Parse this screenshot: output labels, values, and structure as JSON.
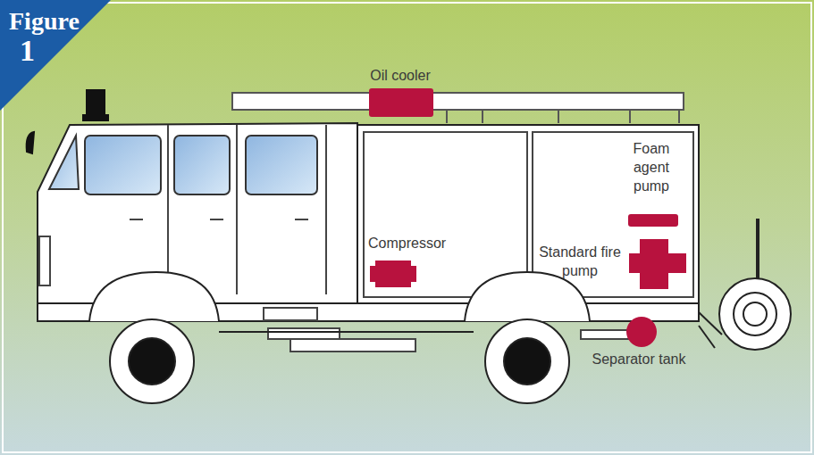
{
  "diagram": {
    "labels": [
      "Figure",
      "1",
      "Oil cooler",
      "Compressor",
      "Foam agent pump",
      "Standard fire pump",
      "Separator tank"
    ]
  }
}
